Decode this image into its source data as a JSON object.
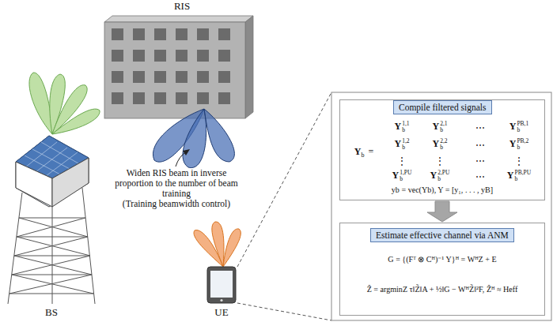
{
  "diagram": {
    "nodes": [
      {
        "text": [
          "RIS"
        ]
      },
      {
        "text": [
          "BS"
        ]
      },
      {
        "text": [
          "UE"
        ]
      },
      {
        "text": [
          "yb = vec(Yb),  Y = [y₁, . . . , yB]"
        ]
      },
      {
        "text": [
          "Compile filtered signals"
        ],
        "in": 3
      },
      {
        "text": [
          "G = {(Fᵀ ⊗ Cᴴ)⁻¹ Y}ᴴ = WᴴZ + E",
          "Ẑ = argminZ τ‖Z̃‖A + ½‖G − WᴴZ̃‖²F,  Ẑᴴ ≈ Heff"
        ]
      },
      {
        "text": [
          "Estimate effective channel via ANM"
        ],
        "in": 5
      }
    ],
    "edges": [
      {
        "from": 3,
        "to": 5,
        "arrow": "to"
      }
    ],
    "labels": [
      "Widen RIS beam in inverse proportion to the number of beam training",
      "(Training beamwidth control)",
      "Y",
      "b",
      "=",
      "Y",
      "b",
      "1,1",
      "Y",
      "b",
      "2,1",
      "⋯",
      "Y",
      "b",
      "PB,1",
      "Y",
      "b",
      "1,2",
      "Y",
      "b",
      "2,2",
      "⋯",
      "Y",
      "b",
      "PB,2",
      "⋮",
      "⋮",
      "⋯",
      "⋮",
      "Y",
      "b",
      "1,PU",
      "Y",
      "b",
      "2,PU",
      "⋯",
      "Y",
      "b",
      "PB,PU"
    ]
  }
}
